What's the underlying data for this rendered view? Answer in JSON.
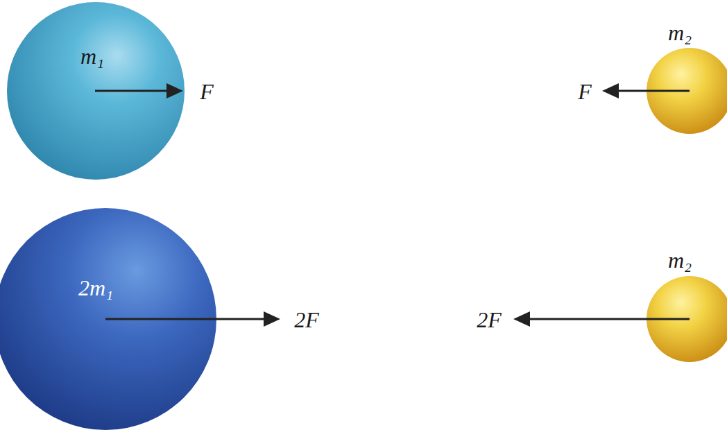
{
  "diagram": {
    "nodes": [
      {
        "text": [
          "m₁"
        ]
      },
      {
        "text": [
          "m₂"
        ]
      },
      {
        "text": [
          "2m₁"
        ]
      },
      {
        "text": [
          "m₂"
        ]
      }
    ],
    "labels": [
      "F",
      "F",
      "2F",
      "2F"
    ]
  }
}
